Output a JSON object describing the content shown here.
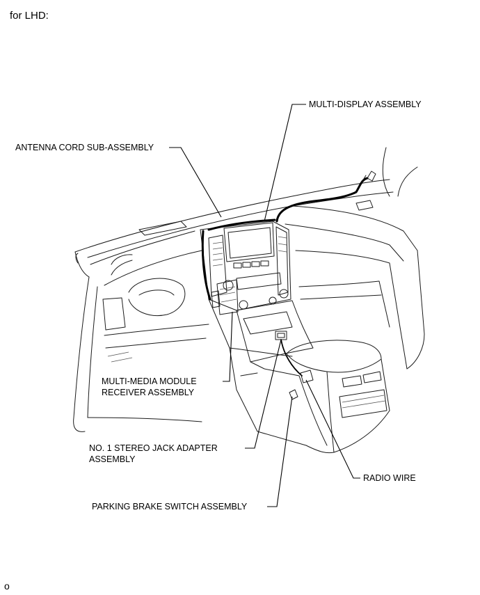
{
  "header": {
    "text": "for LHD:"
  },
  "footer": {
    "text": "o"
  },
  "callouts": {
    "multi_display": "MULTI-DISPLAY ASSEMBLY",
    "antenna_cord": "ANTENNA CORD SUB-ASSEMBLY",
    "multimedia_line1": "MULTI-MEDIA MODULE",
    "multimedia_line2": "RECEIVER ASSEMBLY",
    "stereo_jack_line1": "NO. 1 STEREO JACK ADAPTER",
    "stereo_jack_line2": "ASSEMBLY",
    "radio_wire": "RADIO WIRE",
    "parking_brake": "PARKING BRAKE SWITCH ASSEMBLY"
  }
}
